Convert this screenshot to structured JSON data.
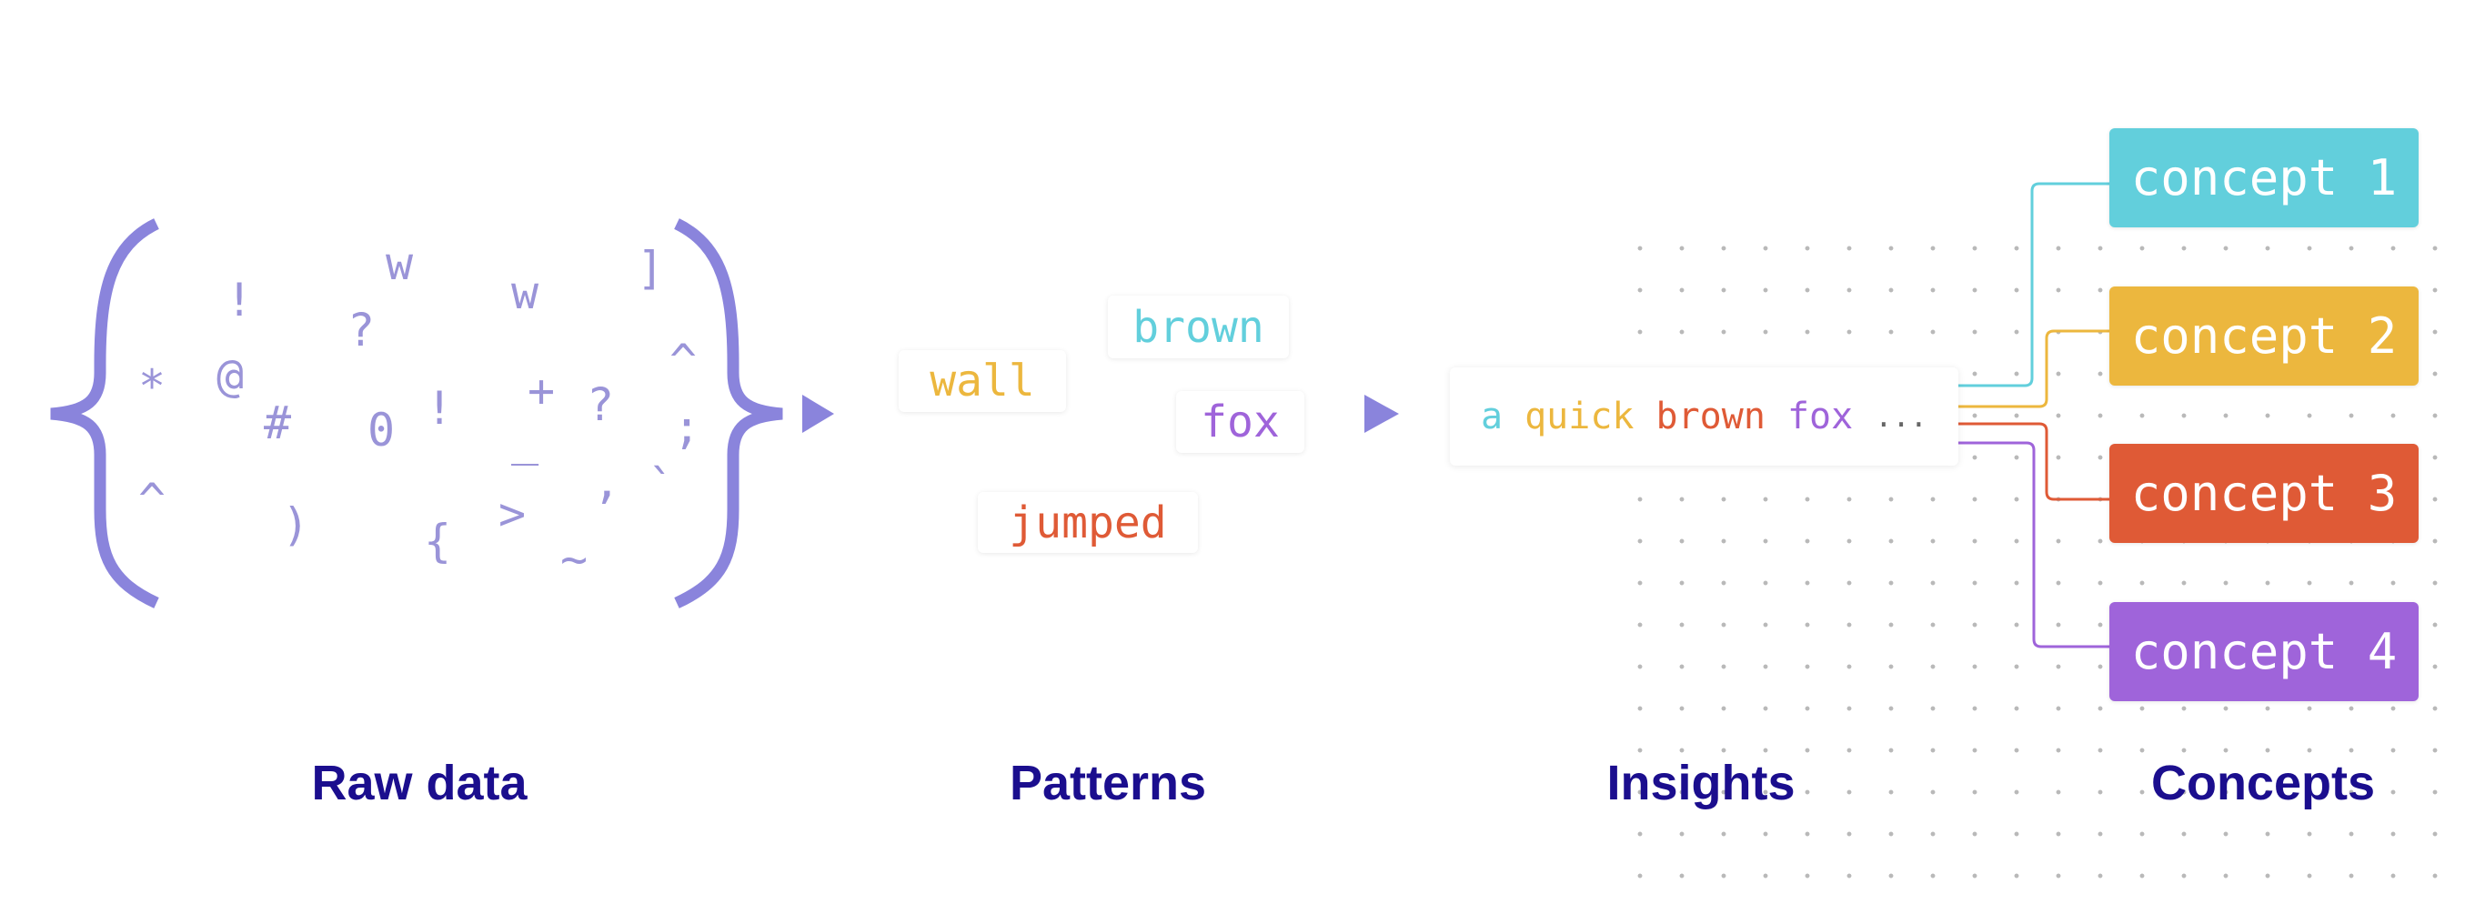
{
  "raw_data": {
    "label": "Raw data",
    "characters": [
      "!",
      "w",
      "w",
      "]",
      "?",
      "*",
      "@",
      "^",
      "+",
      "?",
      "#",
      "0",
      "!",
      "_",
      ";",
      "^",
      ")",
      "{",
      ">",
      ",",
      "`",
      "~"
    ]
  },
  "patterns": {
    "label": "Patterns",
    "tags": [
      {
        "text": "wall",
        "color": "#ecb73e"
      },
      {
        "text": "brown",
        "color": "#62cfdc"
      },
      {
        "text": "fox",
        "color": "#9f64da"
      },
      {
        "text": "jumped",
        "color": "#df5a36"
      }
    ]
  },
  "insights": {
    "label": "Insights",
    "words": [
      {
        "text": "a",
        "color": "#62cfdc"
      },
      {
        "text": "quick",
        "color": "#ecb73e"
      },
      {
        "text": "brown",
        "color": "#df5a36"
      },
      {
        "text": "fox",
        "color": "#9f64da"
      },
      {
        "text": "...",
        "color": "#666666"
      }
    ]
  },
  "concepts": {
    "label": "Concepts",
    "items": [
      {
        "text": "concept 1",
        "color": "#62cfdc"
      },
      {
        "text": "concept 2",
        "color": "#ecb73e"
      },
      {
        "text": "concept 3",
        "color": "#df5a36"
      },
      {
        "text": "concept 4",
        "color": "#9f64da"
      }
    ]
  },
  "colors": {
    "brace": "#8a84dc",
    "label": "#1b0e8e"
  }
}
